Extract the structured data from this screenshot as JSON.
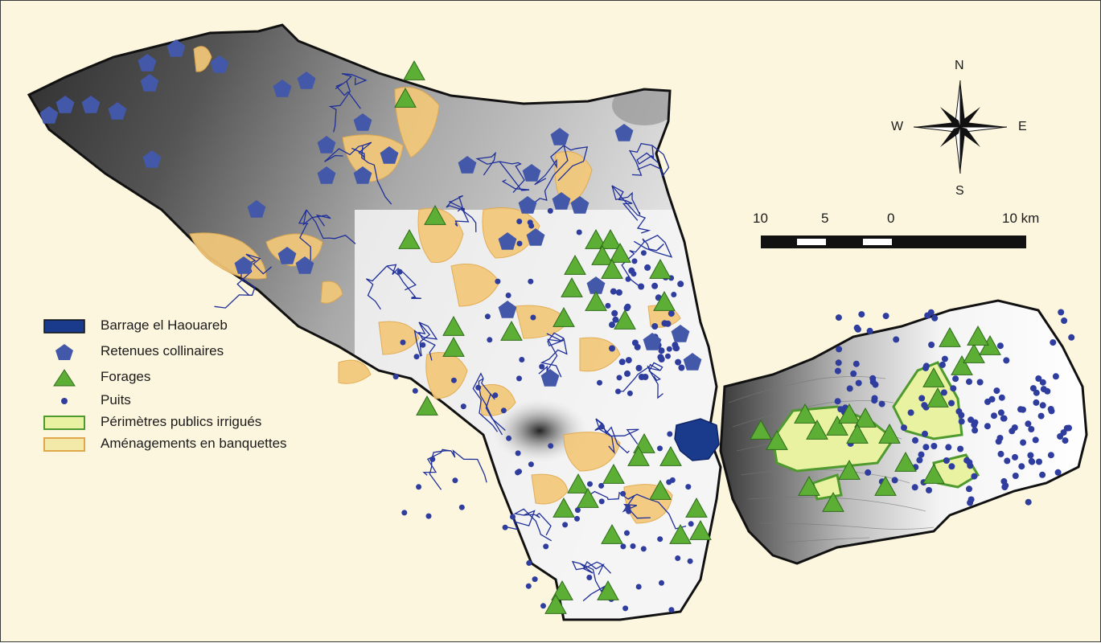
{
  "legend": {
    "items": [
      {
        "key": "barrage",
        "label": "Barrage el Haouareb",
        "color": "#1a3a8c"
      },
      {
        "key": "retenues",
        "label": "Retenues collinaires",
        "color": "#4358a8"
      },
      {
        "key": "forages",
        "label": "Forages",
        "color": "#5cae35"
      },
      {
        "key": "puits",
        "label": "Puits",
        "color": "#2e3d9e"
      },
      {
        "key": "perimetres",
        "label": "Périmètres publics irrigués",
        "color": "#e9f2a0"
      },
      {
        "key": "amenagements",
        "label": "Aménagements en banquettes",
        "color": "#f3c879"
      }
    ]
  },
  "compass": {
    "n": "N",
    "s": "S",
    "e": "E",
    "w": "W"
  },
  "scale": {
    "labels": [
      "10",
      "5",
      "0",
      "10 km"
    ]
  },
  "colors": {
    "frame_bg": "#fdf6df",
    "basin_fill": "#f3f3f3",
    "relief_dark": "#2b2b2b",
    "river": "#1f2f9a",
    "outline": "#111111"
  },
  "icons": {
    "compass": "compass-rose-icon",
    "well": "dot-icon",
    "borehole": "triangle-icon",
    "reservoir": "pentagon-icon"
  }
}
